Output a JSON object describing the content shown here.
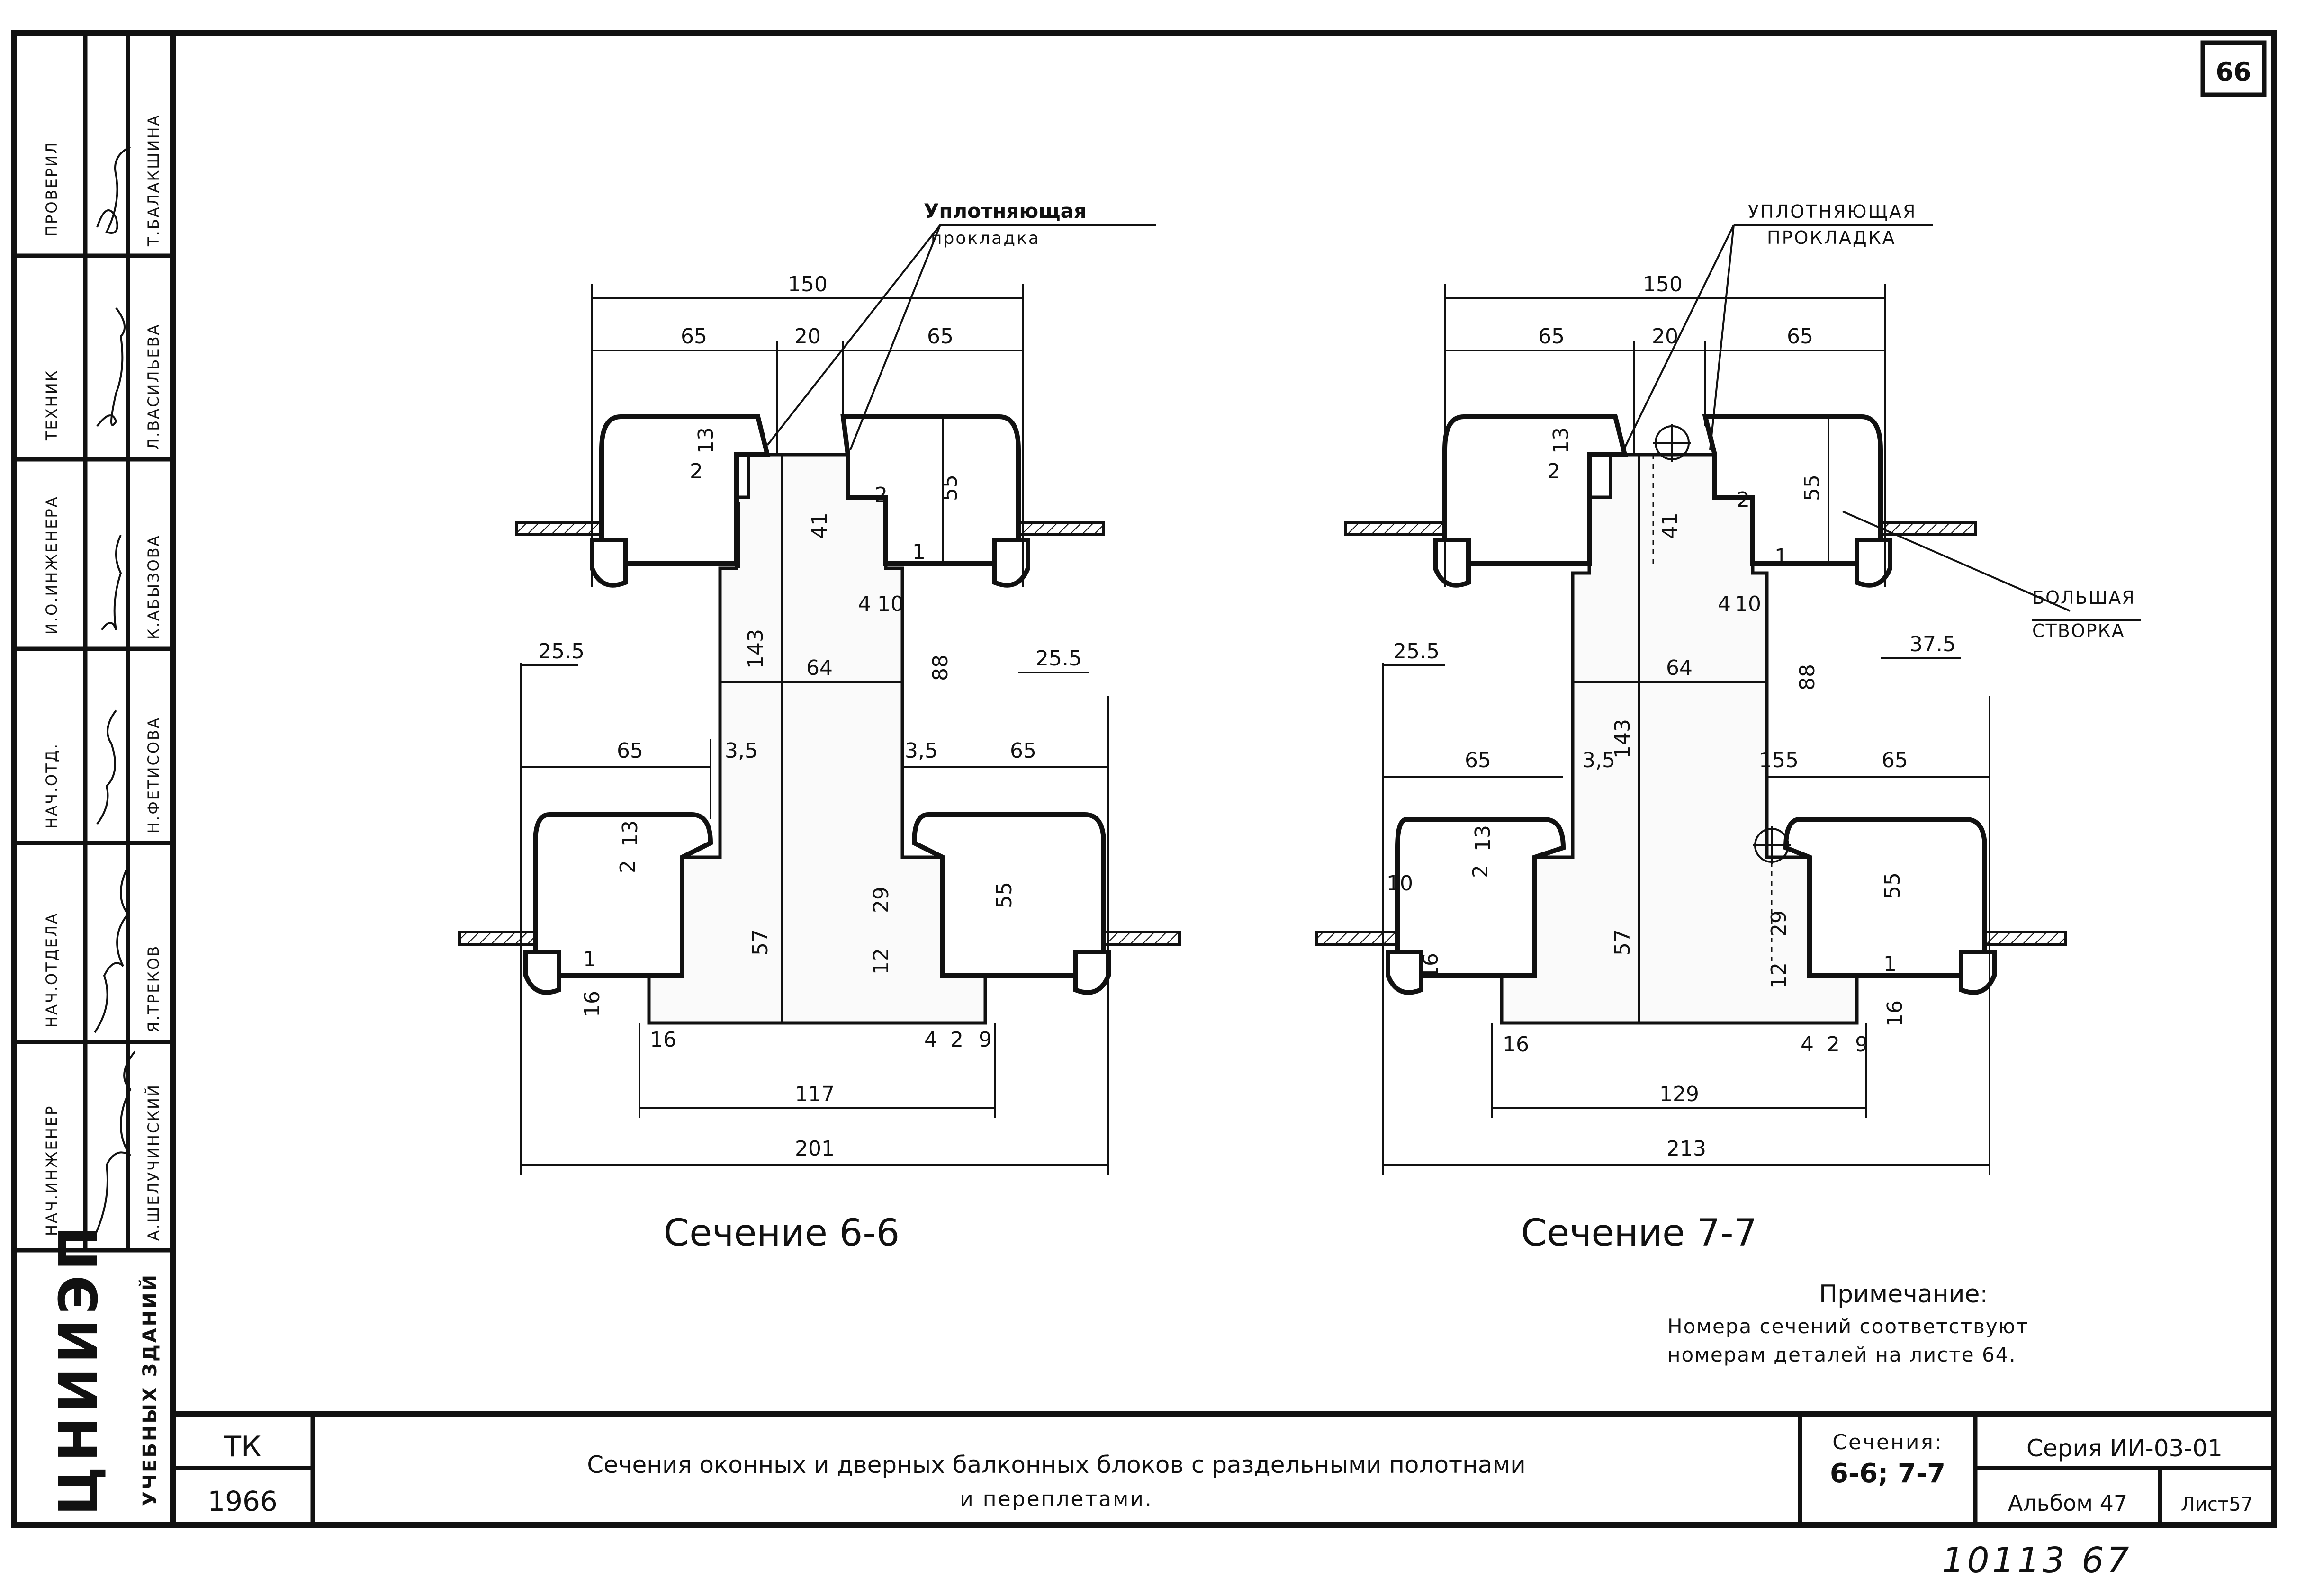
{
  "sheet_number": "66",
  "bottom_number": "10113 67",
  "stamp": {
    "headings": [
      "ПРОВЕРИЛ",
      "ТЕХНИК",
      "И.О.ИНЖЕНЕРА",
      "НАЧ.ОТД.",
      "НАЧ.ОТДЕЛА",
      "НАЧ.ИНЖЕНЕР"
    ],
    "names": [
      "Т.БАЛАКШИНА",
      "Л.ВАСИЛЬЕВА",
      "К.АБЫЗОВА",
      "Н.ФЕТИСОВА",
      "Я.ТРЕКОВ",
      "А.ШЕЛУЧИНСКИЙ"
    ],
    "institute": "ЦНИИЭП",
    "institute_sub": "УЧЕБНЫХ ЗДАНИЙ"
  },
  "sections": [
    {
      "id": "6-6",
      "caption": "Сечение 6-6",
      "leader_label": [
        "Уплотняющая",
        "прокладка"
      ],
      "extra_label": [],
      "dims": [
        "150",
        "65",
        "20",
        "65",
        "2",
        "13",
        "55",
        "41",
        "2",
        "1",
        "4",
        "10",
        "25.5",
        "143",
        "64",
        "88",
        "25.5",
        "65",
        "3,5",
        "3,5",
        "65",
        "2",
        "13",
        "29",
        "55",
        "57",
        "12",
        "1",
        "16",
        "16",
        "4",
        "2",
        "9",
        "117",
        "201"
      ]
    },
    {
      "id": "7-7",
      "caption": "Сечение 7-7",
      "leader_label": [
        "УПЛОТНЯЮЩАЯ",
        "ПРОКЛАДКА"
      ],
      "extra_label": [
        "БОЛЬШАЯ",
        "СТВОРКА"
      ],
      "dims": [
        "150",
        "65",
        "20",
        "65",
        "2",
        "13",
        "55",
        "41",
        "2",
        "1",
        "4",
        "10",
        "25.5",
        "143",
        "64",
        "88",
        "37.5",
        "65",
        "3,5",
        "155",
        "65",
        "2",
        "13",
        "10",
        "29",
        "55",
        "57",
        "12",
        "1",
        "16",
        "16",
        "16",
        "4",
        "2",
        "9",
        "129",
        "213"
      ]
    }
  ],
  "note": {
    "title": "Примечание:",
    "text1": "Номера сечений соответствуют",
    "text2": "номерам деталей на листе 64."
  },
  "title_block": {
    "code": "ТК",
    "year": "1966",
    "title1": "Сечения оконных и дверных балконных блоков с раздельными полотнами",
    "title2": "и переплетами.",
    "sections_label": "Сечения:",
    "sections_value": "6-6; 7-7",
    "series": "Серия ИИ-03-01",
    "album": "Альбом 47",
    "sheet": "Лист57"
  }
}
